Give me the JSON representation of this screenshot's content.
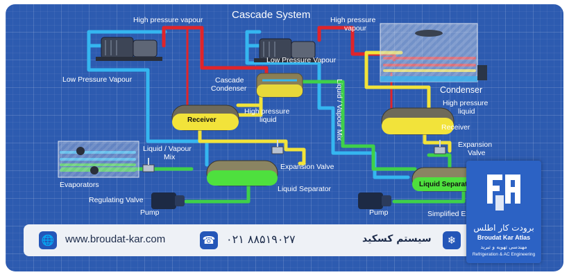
{
  "diagram": {
    "title": "Cascade System",
    "labels": {
      "hp_vapour_left": "High pressure vapour",
      "hp_vapour_right_1": "High pressure",
      "hp_vapour_right_2": "vapour",
      "lp_vapour_left": "Low Pressure Vapour",
      "lp_vapour_right": "Low Pressure Vapour",
      "cascade_condenser_1": "Cascade",
      "cascade_condenser_2": "Condenser",
      "condenser": "Condenser",
      "receiver_left": "Receiver",
      "receiver_right": "Receiver",
      "hp_liquid_left_1": "High pressure",
      "hp_liquid_left_2": "liquid",
      "hp_liquid_right_1": "High pressure",
      "hp_liquid_right_2": "liquid",
      "liquid_vapour_mix_vertical": "Liquid / Vapour Mix",
      "liquid_vapour_mix_1": "Liquid / Vapour",
      "liquid_vapour_mix_2": "Mix",
      "expansion_valve_left": "Expansion Valve",
      "expansion_valve_right_1": "Expansion",
      "expansion_valve_right_2": "Valve",
      "evaporators": "Evaporators",
      "regulating_valve": "Regulating Valve",
      "liquid_separator_left": "Liquid Separator",
      "liquid_separator_right": "Liquid Separator",
      "pump_left": "Pump",
      "pump_right": "Pump",
      "simplified_example": "Simplified Example"
    }
  },
  "footer": {
    "website": "www.broudat-kar.com",
    "phone": "۰۲۱ ۸۸۵۱۹۰۲۷",
    "topic": "سیستم کسکید",
    "website_icon": "globe-icon",
    "phone_icon": "phone-icon",
    "topic_icon": "snowflake-icon"
  },
  "brand": {
    "name_fa": "برودت کار اطلس",
    "name_en": "Broudat Kar Atlas",
    "tagline_fa": "مهندسی تهویه و تبرید",
    "tagline_en": "Refrigeration & AC Engineering"
  },
  "colors": {
    "background": "#2d5bb0",
    "high_pressure_vapour": "#e0242a",
    "low_pressure_vapour": "#35b6f0",
    "high_pressure_liquid": "#f2e33a",
    "liquid_vapour_mix": "#3fd04a",
    "brand": "#2c62c4"
  }
}
